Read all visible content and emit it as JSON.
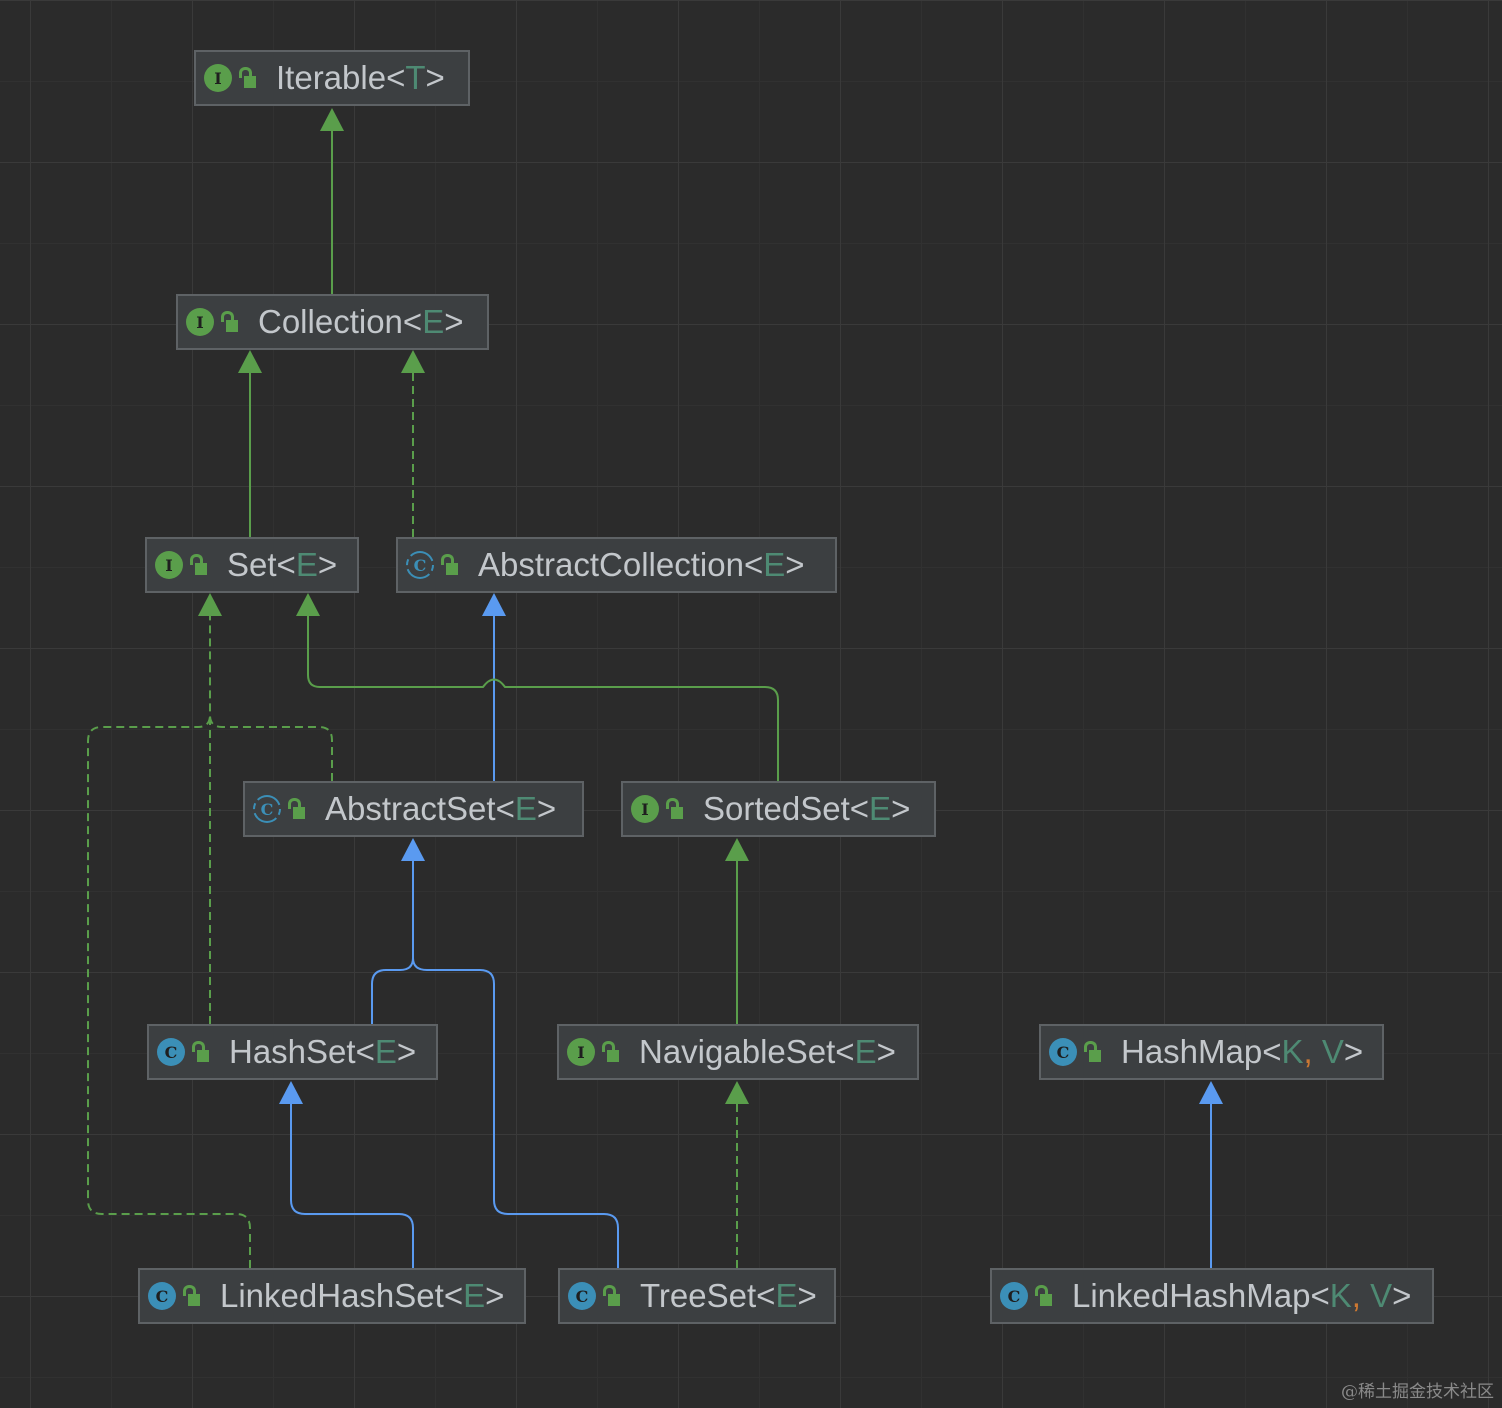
{
  "nodes": {
    "iterable": {
      "kind": "interface",
      "badge": "I",
      "name": "Iterable",
      "params": [
        "T"
      ]
    },
    "collection": {
      "kind": "interface",
      "badge": "I",
      "name": "Collection",
      "params": [
        "E"
      ]
    },
    "set": {
      "kind": "interface",
      "badge": "I",
      "name": "Set",
      "params": [
        "E"
      ]
    },
    "abstract_collection": {
      "kind": "abstract",
      "badge": "C",
      "name": "AbstractCollection",
      "params": [
        "E"
      ]
    },
    "abstract_set": {
      "kind": "abstract",
      "badge": "C",
      "name": "AbstractSet",
      "params": [
        "E"
      ]
    },
    "sorted_set": {
      "kind": "interface",
      "badge": "I",
      "name": "SortedSet",
      "params": [
        "E"
      ]
    },
    "hash_set": {
      "kind": "class",
      "badge": "C",
      "name": "HashSet",
      "params": [
        "E"
      ]
    },
    "navigable_set": {
      "kind": "interface",
      "badge": "I",
      "name": "NavigableSet",
      "params": [
        "E"
      ]
    },
    "hash_map": {
      "kind": "class",
      "badge": "C",
      "name": "HashMap",
      "params": [
        "K",
        "V"
      ]
    },
    "linked_hash_set": {
      "kind": "class",
      "badge": "C",
      "name": "LinkedHashSet",
      "params": [
        "E"
      ]
    },
    "tree_set": {
      "kind": "class",
      "badge": "C",
      "name": "TreeSet",
      "params": [
        "E"
      ]
    },
    "linked_hash_map": {
      "kind": "class",
      "badge": "C",
      "name": "LinkedHashMap",
      "params": [
        "K",
        "V"
      ]
    }
  },
  "edges": [
    {
      "from": "collection",
      "to": "iterable",
      "type": "extends"
    },
    {
      "from": "set",
      "to": "collection",
      "type": "extends"
    },
    {
      "from": "abstract_collection",
      "to": "collection",
      "type": "implements"
    },
    {
      "from": "abstract_set",
      "to": "abstract_collection",
      "type": "class-extends"
    },
    {
      "from": "abstract_set",
      "to": "set",
      "type": "implements"
    },
    {
      "from": "sorted_set",
      "to": "set",
      "type": "extends"
    },
    {
      "from": "hash_set",
      "to": "abstract_set",
      "type": "class-extends"
    },
    {
      "from": "hash_set",
      "to": "set",
      "type": "implements"
    },
    {
      "from": "navigable_set",
      "to": "sorted_set",
      "type": "extends"
    },
    {
      "from": "linked_hash_set",
      "to": "hash_set",
      "type": "class-extends"
    },
    {
      "from": "linked_hash_set",
      "to": "set",
      "type": "implements"
    },
    {
      "from": "tree_set",
      "to": "abstract_set",
      "type": "class-extends"
    },
    {
      "from": "tree_set",
      "to": "navigable_set",
      "type": "implements"
    },
    {
      "from": "linked_hash_map",
      "to": "hash_map",
      "type": "class-extends"
    }
  ],
  "colors": {
    "interface_edge": "#5a9e4b",
    "class_edge": "#5a9af0",
    "type_param": "#4e8a73",
    "separator": "#cc7832"
  },
  "watermark": "@稀土掘金技术社区"
}
